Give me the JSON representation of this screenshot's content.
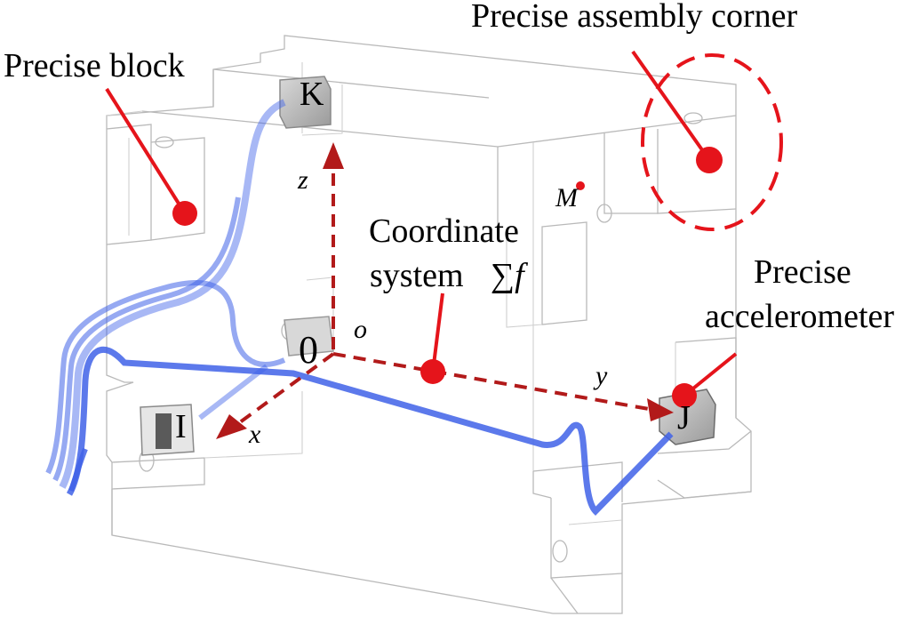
{
  "labels": {
    "precise_block": "Precise block",
    "precise_assembly_corner": "Precise assembly corner",
    "coordinate_line1": "Coordinate",
    "coordinate_line2": "system",
    "coordinate_symbol": "∑f",
    "precise_line1": "Precise",
    "accelerometer_line2": "accelerometer",
    "point_m": "M",
    "origin_o": "o",
    "origin_zero": "0"
  },
  "nodes": {
    "k": "K",
    "i": "I",
    "j": "J"
  },
  "axes": {
    "x": "x",
    "y": "y",
    "z": "z"
  },
  "colors": {
    "annotation_red": "#e5141b",
    "axis_dashed_red": "#b21a1a",
    "cable_blue": "#3f62e8",
    "outline_gray": "#b9b9b9"
  }
}
